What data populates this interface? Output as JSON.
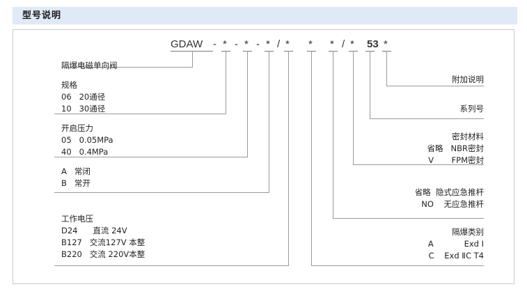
{
  "header": {
    "title": "型号说明"
  },
  "model_code": {
    "base": "GDAW",
    "segments": [
      "-",
      "*",
      "-",
      "*",
      "-",
      "*",
      "/",
      "*",
      "*",
      "*",
      "/",
      "*",
      "53",
      "*"
    ],
    "full": "GDAW-*-*-*/* * */* 53 *"
  },
  "left_items": [
    {
      "name": "product-name",
      "lines": [
        "隔爆电磁单向阀"
      ]
    },
    {
      "name": "specification",
      "lines": [
        "规格",
        "06   20通径",
        "10   30通径"
      ]
    },
    {
      "name": "cracking-pressure",
      "lines": [
        "开启压力",
        "05   0.05MPa",
        "40   0.4MPa"
      ]
    },
    {
      "name": "valve-state",
      "lines": [
        "A   常闭",
        "B   常开"
      ]
    },
    {
      "name": "working-voltage",
      "lines": [
        "工作电压",
        "D24      直流 24V",
        "B127   交流127V 本整",
        "B220   交流 220V本整"
      ]
    }
  ],
  "right_items": [
    {
      "name": "additional-note",
      "lines": [
        "附加说明"
      ]
    },
    {
      "name": "series-number",
      "lines": [
        "系列号"
      ]
    },
    {
      "name": "seal-material",
      "lines": [
        "密封材料",
        "省略   NBR密封",
        "V       FPM密封"
      ]
    },
    {
      "name": "emergency-push-rod",
      "lines": [
        "省略  隐式应急推杆",
        "NO    无应急推杆"
      ]
    },
    {
      "name": "explosion-proof-class",
      "lines": [
        "隔爆类别",
        "A            Exd Ⅰ",
        "C    Exd ⅡC T4"
      ]
    }
  ],
  "colors": {
    "header_bar": "#dfeaf6",
    "frame_border": "#c9c9c9",
    "line": "#9a9a9a",
    "text": "#231f20",
    "background": "#ffffff"
  }
}
